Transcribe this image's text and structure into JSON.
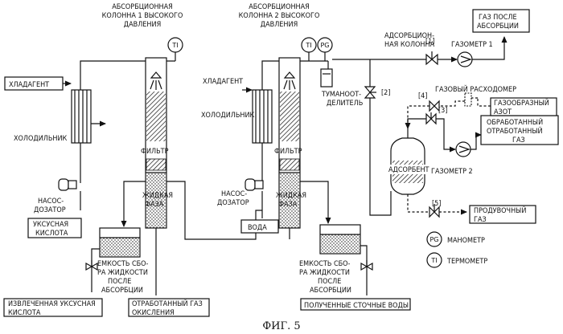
{
  "labels": {
    "col1_title": [
      "АБСОРБЦИОННАЯ",
      "КОЛОННА 1 ВЫСОКОГО",
      "ДАВЛЕНИЯ"
    ],
    "col2_title": [
      "АБСОРБЦИОННАЯ",
      "КОЛОННА 2 ВЫСОКОГО",
      "ДАВЛЕНИЯ"
    ],
    "adsorption_col": [
      "АДСОРБЦИОН-",
      "НАЯ КОЛОННА"
    ],
    "gas_after_box": [
      "ГАЗ ПОСЛЕ",
      "АБСОРБЦИИ"
    ],
    "refrigerant_box": "ХЛАДАГЕНТ",
    "refrigerant_2": "ХЛАДАГЕНТ",
    "cooler_1": "ХОЛОДИЛЬНИК",
    "cooler_2": "ХОЛОДИЛЬНИК",
    "filter_1": "ФИЛЬТР",
    "filter_2": "ФИЛЬТР",
    "liquid_phase_1": [
      "ЖИДКАЯ",
      "ФАЗА"
    ],
    "liquid_phase_2": [
      "ЖИДКАЯ",
      "ФАЗА"
    ],
    "pump_1": [
      "НАСОС-",
      "ДОЗАТОР"
    ],
    "pump_2": [
      "НАСОС-",
      "ДОЗАТОР"
    ],
    "acetic_acid_box": [
      "УКСУСНАЯ",
      "КИСЛОТА"
    ],
    "water_box": "ВОДА",
    "tank_1": [
      "ЕМКОСТЬ СБО-",
      "РА ЖИДКОСТИ",
      "ПОСЛЕ",
      "АБСОРБЦИИ"
    ],
    "tank_2": [
      "ЕМКОСТЬ СБО-",
      "РА ЖИДКОСТИ",
      "ПОСЛЕ",
      "АБСОРБЦИИ"
    ],
    "extracted_acid_box": [
      "ИЗВЛЕЧЕННАЯ УКСУСНАЯ",
      "КИСЛОТА"
    ],
    "oxidation_gas_box": [
      "ОТРАБОТАННЫЙ ГАЗ",
      "ОКИСЛЕНИЯ"
    ],
    "waste_water_box": "ПОЛУЧЕННЫЕ СТОЧНЫЕ ВОДЫ",
    "mist_separator": [
      "ТУМАНООТ-",
      "ДЕЛИТЕЛЬ"
    ],
    "gasometer_1": "ГАЗОМЕТР 1",
    "gasometer_2": "ГАЗОМЕТР 2",
    "gas_flowmeter": "ГАЗОВЫЙ РАСХОДОМЕР",
    "nitrogen_box": [
      "ГАЗООБРАЗНЫЙ",
      "АЗОТ"
    ],
    "treated_gas_box": [
      "ОБРАБОТАННЫЙ",
      "ОТРАБОТАННЫЙ",
      "ГАЗ"
    ],
    "adsorbent": "АДСОРБЕНТ",
    "purge_box": [
      "ПРОДУВОЧНЫЙ",
      "ГАЗ"
    ],
    "valve_1": "[1]",
    "valve_2": "[2]",
    "valve_3": "[3]",
    "valve_4": "[4]",
    "valve_5": "[5]",
    "ti": "TI",
    "pg": "PG",
    "legend_pg": "МАНОМЕТР",
    "legend_ti": "ТЕРМОМЕТР",
    "figure_caption": "ФИГ. 5"
  }
}
